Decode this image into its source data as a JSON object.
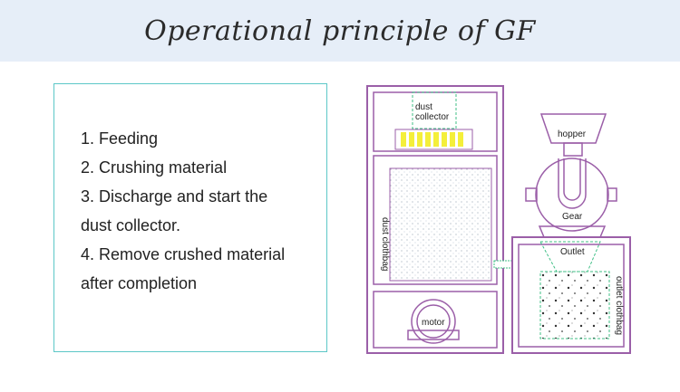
{
  "header": {
    "title": "Operational principle of GF"
  },
  "steps": [
    "1. Feeding",
    "2. Crushing material",
    "3. Discharge and start the",
    "dust collector.",
    "4. Remove crushed material",
    "after completion"
  ],
  "diagram": {
    "labels": {
      "dust": "dust",
      "collector": "collector",
      "hopper": "hopper",
      "gear": "Gear",
      "outlet": "Outlet",
      "dust_clothbag": "dust clothbag",
      "outlet_clothbag": "outlet clothbag",
      "motor": "motor"
    },
    "colors": {
      "frame": "#9b5fa8",
      "dashed": "#3fbf86",
      "filter": "#f4ef3a",
      "banner": "#e6eef8",
      "box_border": "#5cc7c7"
    }
  }
}
